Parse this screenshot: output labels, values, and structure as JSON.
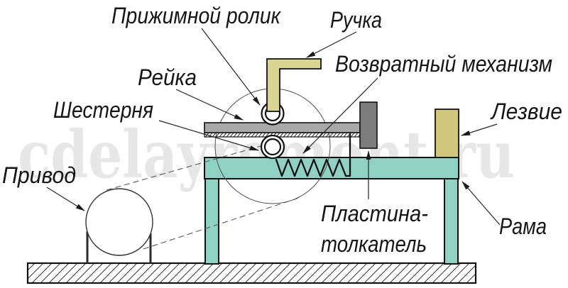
{
  "diagram": {
    "type": "technical-schematic",
    "subject": "lever rack-and-pinion cutting machine side view",
    "labels": {
      "pressure_roller": "Прижимной ролик",
      "handle": "Ручка",
      "return_mechanism": "Возвратный механизм",
      "rack": "Рейка",
      "gear": "Шестерня",
      "blade": "Лезвие",
      "drive": "Привод",
      "pusher_plate_line1": "Пластина-",
      "pusher_plate_line2": "толкатель",
      "frame": "Рама"
    },
    "colors": {
      "frame_teal": "#8FD2C2",
      "handle_yellow": "#D9D593",
      "blade_yellow": "#CFC87C",
      "rack_gray": "#A8A8A8",
      "plate_gray": "#7C7C7C",
      "line_dark": "#1A1A1A"
    }
  },
  "watermark": {
    "text": "cdelayremont.ru"
  }
}
